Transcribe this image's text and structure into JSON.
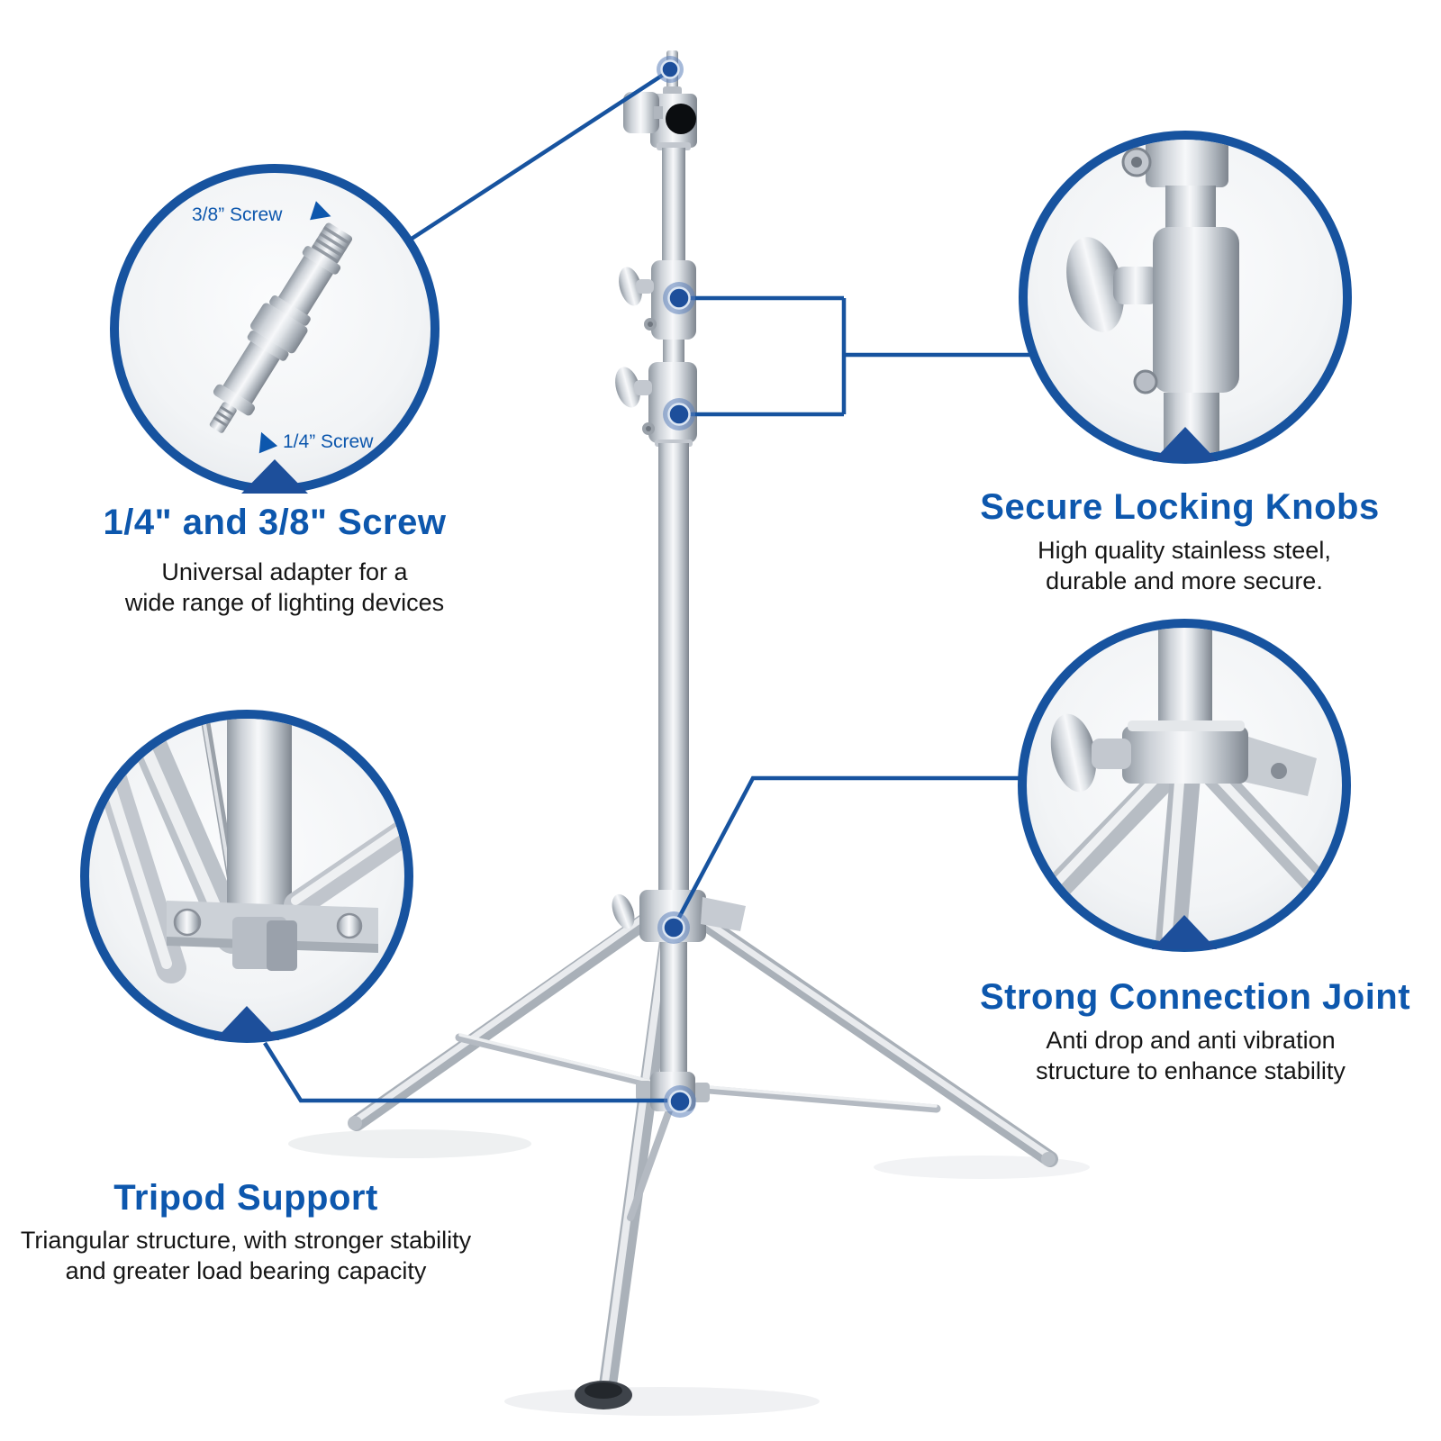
{
  "colors": {
    "accent_blue": "#0d57ad",
    "line_blue": "#17539f",
    "marker_blue": "#1d4f9b",
    "body_text": "#161616",
    "background": "#ffffff"
  },
  "callouts": {
    "screw_adapter": {
      "heading": "1/4\" and 3/8\" Screw",
      "body": [
        "Universal adapter for a",
        "wide range of lighting devices"
      ],
      "labels": {
        "top": "3/8” Screw",
        "bottom": "1/4” Screw"
      }
    },
    "locking_knobs": {
      "heading": "Secure Locking Knobs",
      "body": [
        "High quality stainless steel,",
        "durable and more secure."
      ]
    },
    "connection_joint": {
      "heading": "Strong Connection Joint",
      "body": [
        "Anti drop and anti vibration",
        "structure to enhance stability"
      ]
    },
    "tripod_support": {
      "heading": "Tripod Support",
      "body": [
        "Triangular structure, with stronger stability",
        "and greater load bearing capacity"
      ]
    }
  }
}
